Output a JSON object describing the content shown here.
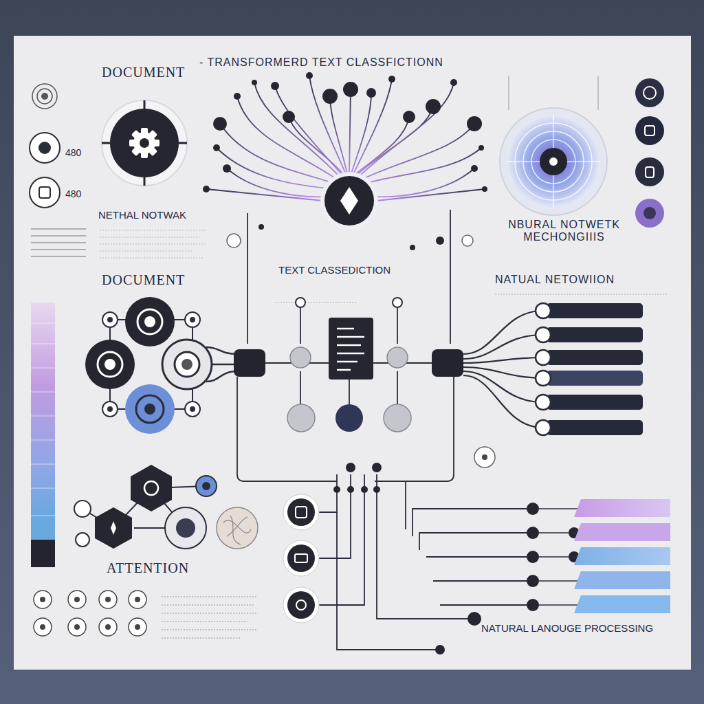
{
  "diagram": {
    "title": "- TRANSFORMERD TEXT CLASSFICTIONN",
    "labels": [
      "DOCUMENT",
      "480",
      "480",
      "NETHAL NOTWAK",
      "NBURAL NOTWETK MECHONGIIIS",
      "TEXT CLASSEDICTION",
      "DOCUMENT",
      "NATUAL NETOWIION",
      "ATTENTION",
      "NATURAL LANOUGE PROCESSING"
    ]
  }
}
